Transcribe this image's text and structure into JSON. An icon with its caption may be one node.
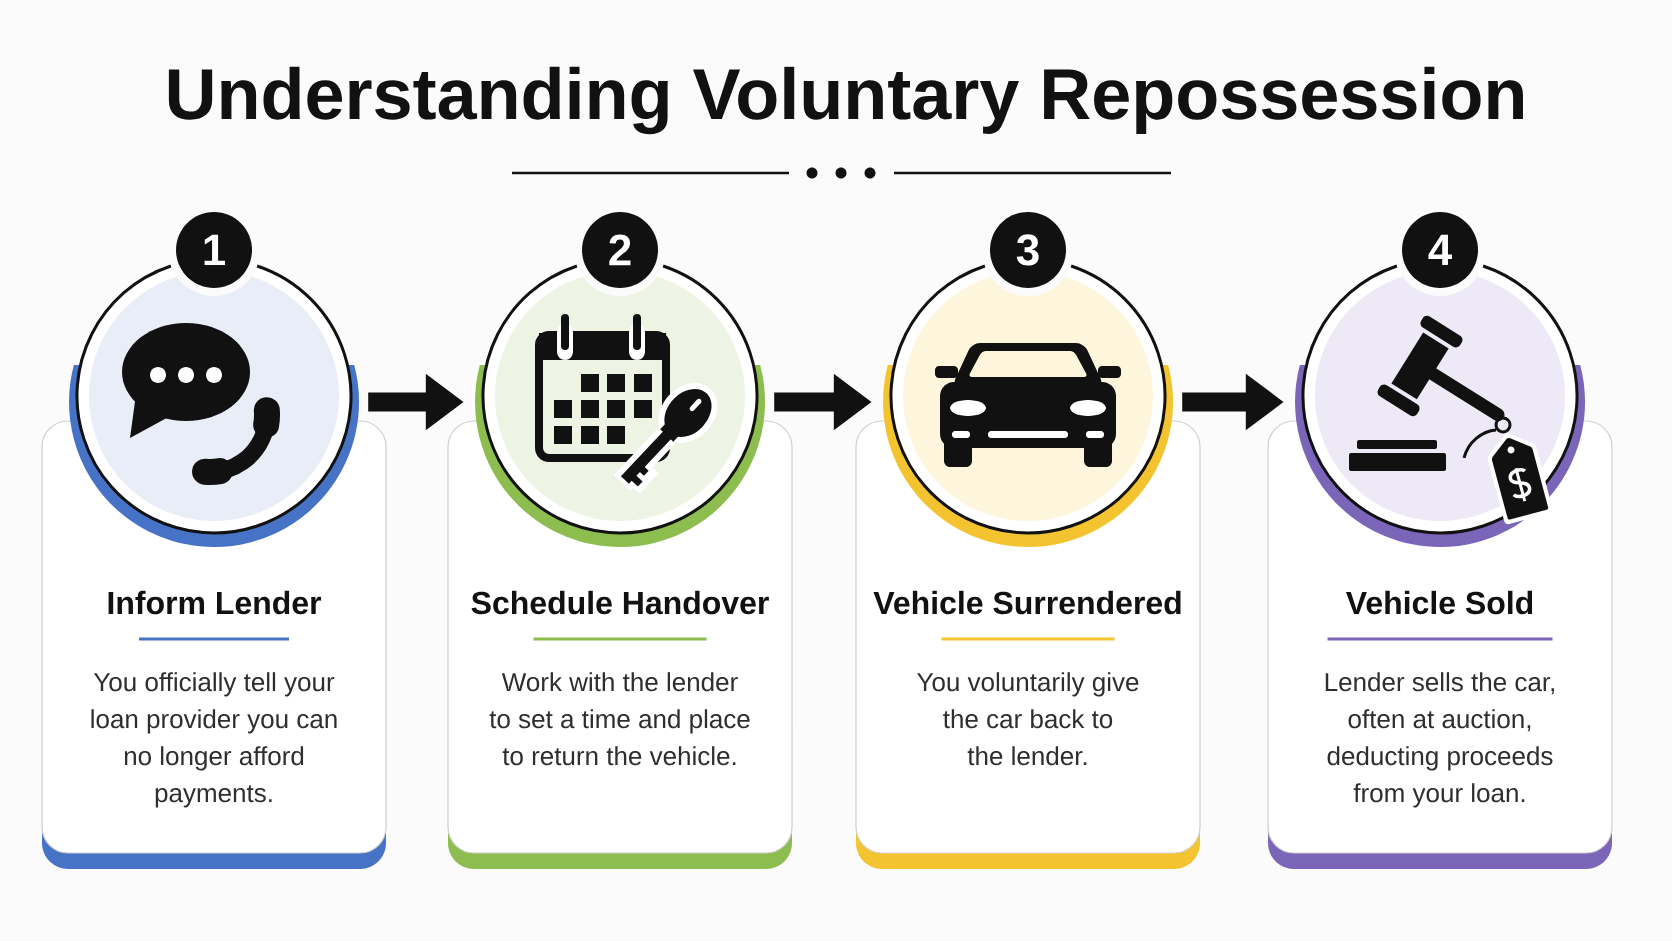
{
  "diagram": {
    "title": "Understanding Voluntary Repossession",
    "nodes": [
      {
        "text": [
          "1"
        ]
      },
      {
        "text": [],
        "shape": "circle"
      },
      {
        "text": [
          "Inform Lender",
          "You officially tell your loan provider you can no longer afford payments."
        ]
      },
      {
        "text": [
          "2"
        ]
      },
      {
        "text": [],
        "shape": "circle"
      },
      {
        "text": [
          "Schedule Handover",
          "Work with the lender to set a time and place to return the vehicle."
        ]
      },
      {
        "text": [
          "3"
        ]
      },
      {
        "text": [],
        "shape": "circle"
      },
      {
        "text": [
          "Vehicle Surrendered",
          "You voluntarily give the car back to the lender."
        ]
      },
      {
        "text": [
          "4"
        ]
      },
      {
        "text": [],
        "shape": "circle"
      },
      {
        "text": [
          "Vehicle Sold",
          "Lender sells the car, often at auction, deducting proceeds from your loan."
        ]
      }
    ],
    "edges": [
      {
        "from": 1,
        "to": 4,
        "arrow": "to"
      },
      {
        "from": 4,
        "to": 7,
        "arrow": "to"
      },
      {
        "from": 7,
        "to": 10,
        "arrow": "to"
      }
    ]
  }
}
